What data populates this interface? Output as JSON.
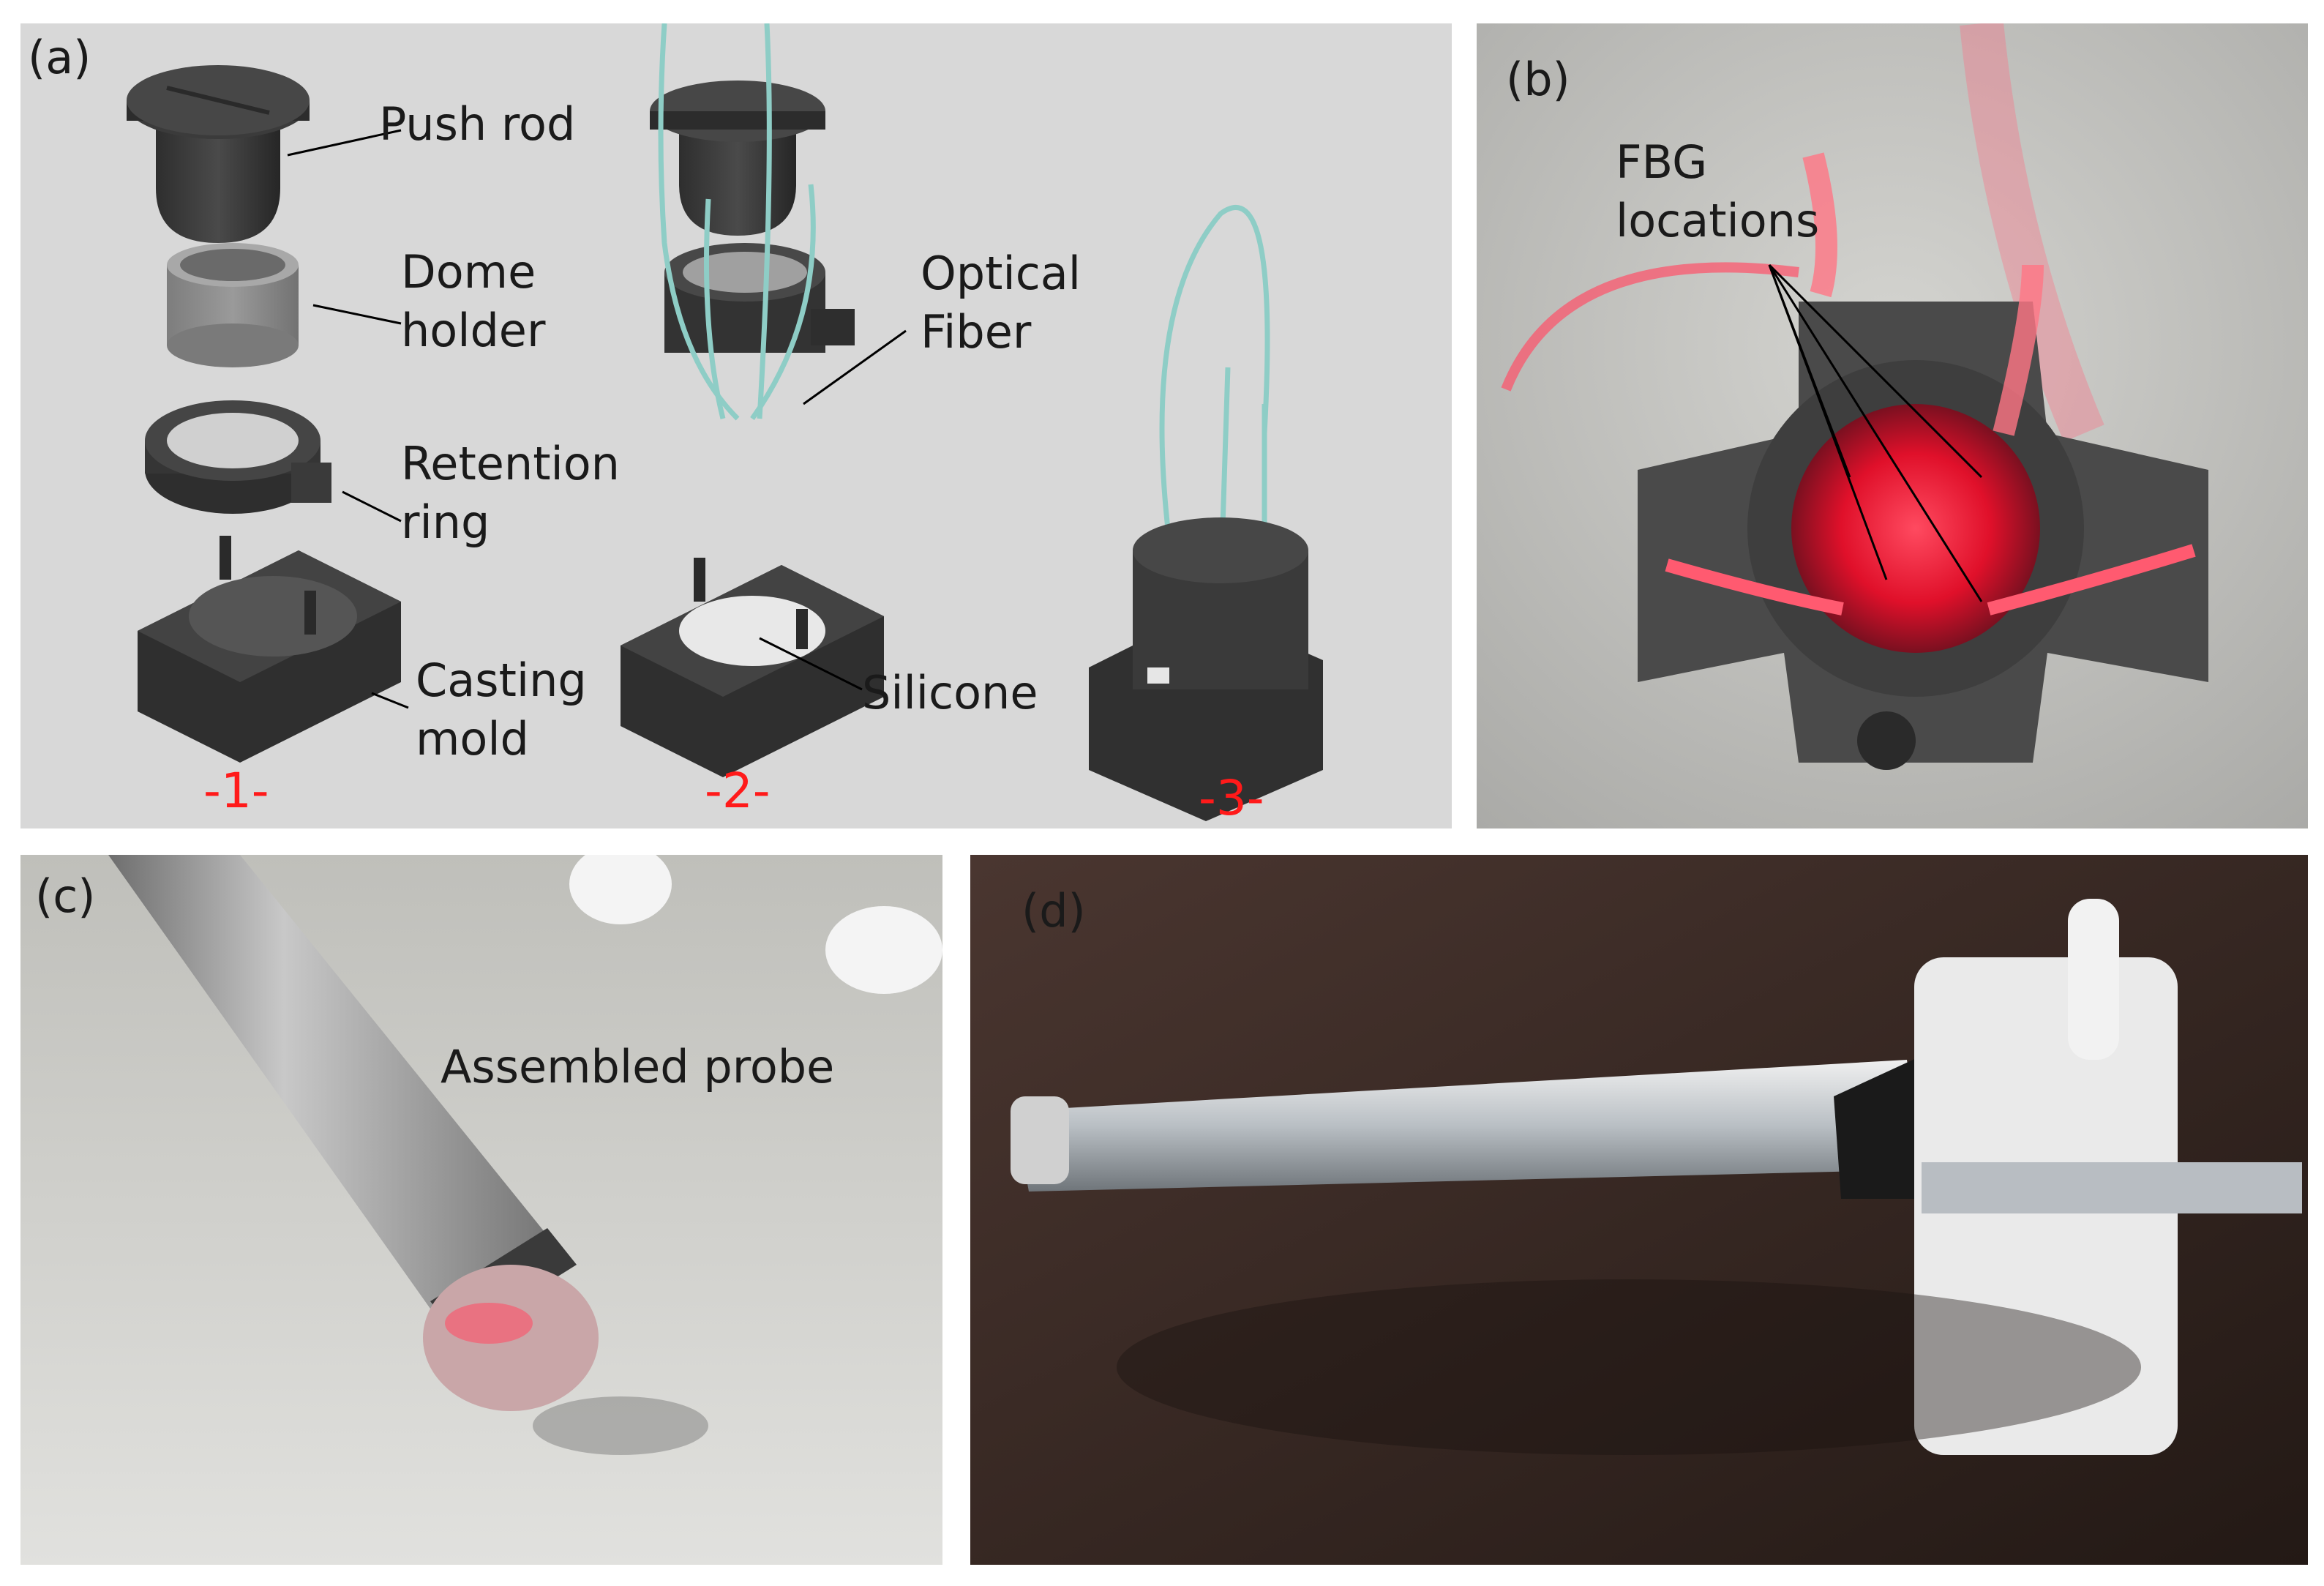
{
  "panel_a": {
    "label": "(a)",
    "push_rod": "Push rod",
    "dome_holder": [
      "Dome",
      "holder"
    ],
    "retention_ring": [
      "Retention",
      "ring"
    ],
    "casting_mold": [
      "Casting",
      "mold"
    ],
    "optical_fiber": [
      "Optical",
      "Fiber"
    ],
    "silicone": "Silicone",
    "steps": [
      "-1-",
      "-2-",
      "-3-"
    ]
  },
  "panel_b": {
    "label": "(b)",
    "fbg": [
      "FBG",
      "locations"
    ]
  },
  "panel_c": {
    "label": "(c)",
    "caption": "Assembled probe"
  },
  "panel_d": {
    "label": "(d)"
  },
  "colors": {
    "part": "#3a3a3a",
    "fiber": "#8ecdc6",
    "laser": "#ff2a44",
    "step": "#ff1a1a",
    "panel_a_bg": "#d8d8d8"
  }
}
